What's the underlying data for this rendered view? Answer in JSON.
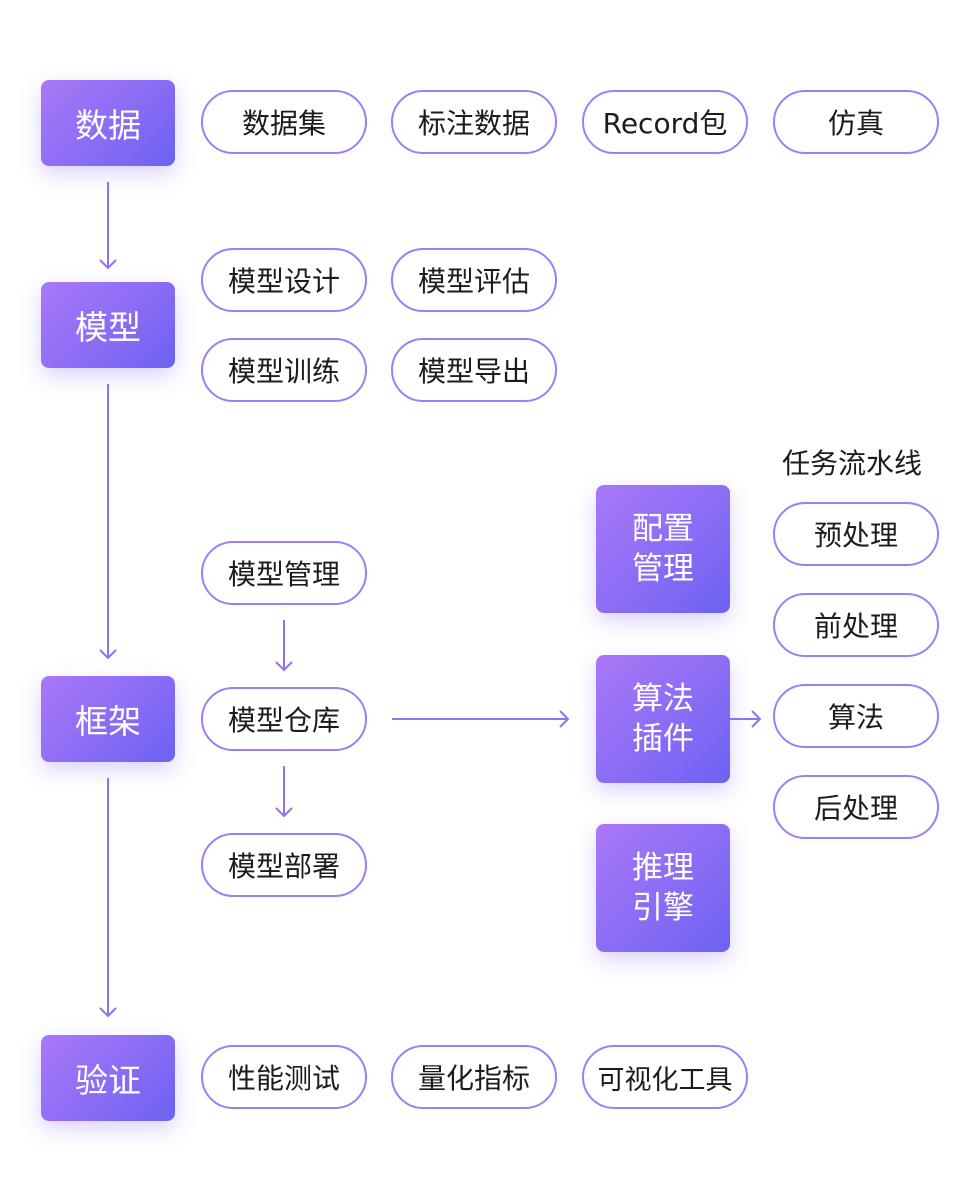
{
  "stages": {
    "data": "数据",
    "model": "模型",
    "framework": "框架",
    "validation": "验证"
  },
  "data_items": [
    "数据集",
    "标注数据",
    "Record包",
    "仿真"
  ],
  "model_items": [
    "模型设计",
    "模型评估",
    "模型训练",
    "模型导出"
  ],
  "framework_items": {
    "model_management": "模型管理",
    "model_repository": "模型仓库",
    "model_deployment": "模型部署"
  },
  "modules": {
    "config_management": [
      "配置",
      "管理"
    ],
    "algorithm_plugin": [
      "算法",
      "插件"
    ],
    "inference_engine": [
      "推理",
      "引擎"
    ]
  },
  "pipeline": {
    "title": "任务流水线",
    "steps": [
      "预处理",
      "前处理",
      "算法",
      "后处理"
    ]
  },
  "validation_items": [
    "性能测试",
    "量化指标",
    "可视化工具"
  ],
  "colors": {
    "accent_start": "#a978f7",
    "accent_end": "#6b62f2",
    "outline": "#9c7ff5",
    "arrow": "#8e72f4"
  }
}
